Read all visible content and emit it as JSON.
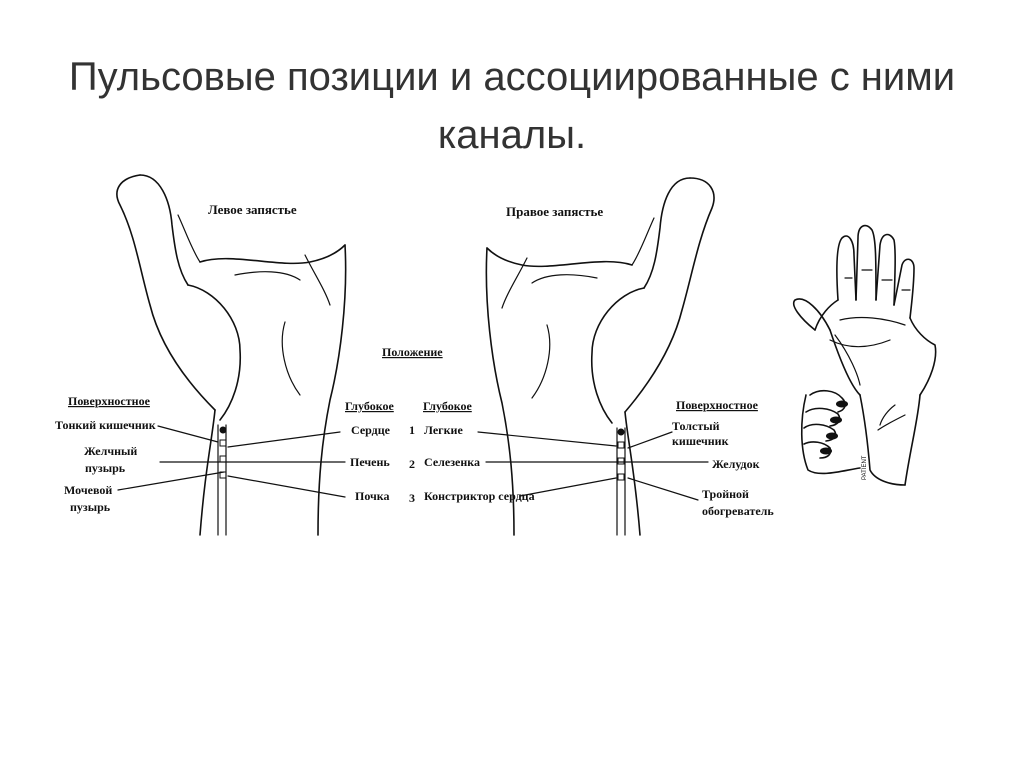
{
  "title": "Пульсовые позиции и ассоциированные с ними каналы.",
  "diagram": {
    "left_wrist_label": "Левое запястье",
    "right_wrist_label": "Правое запястье",
    "position_header": "Положение",
    "left_superficial_header": "Поверхностное",
    "left_deep_header": "Глубокое",
    "right_deep_header": "Глубокое",
    "right_superficial_header": "Поверхностное",
    "left_superficial": [
      "Тонкий кишечник",
      "Желчный",
      "пузырь",
      "Мочевой",
      "пузырь"
    ],
    "left_deep": [
      "Сердце",
      "Печень",
      "Почка"
    ],
    "position_numbers": [
      "1",
      "2",
      "3"
    ],
    "right_deep": [
      "Легкие",
      "Селезенка",
      "Констриктор сердца"
    ],
    "right_superficial": [
      "Толстый",
      "кишечник",
      "Желудок",
      "Тройной",
      "обогреватель"
    ],
    "patient_label": "PATIENT"
  }
}
